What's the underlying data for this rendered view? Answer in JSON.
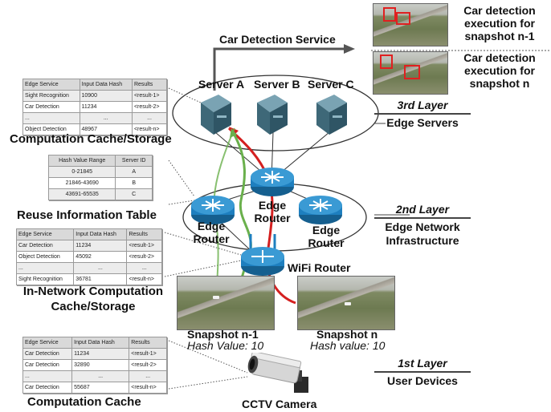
{
  "service_title": "Car Detection Service",
  "detections": {
    "prev": "Car detection execution for snapshot n-1",
    "curr": "Car detection execution for snapshot n"
  },
  "servers": [
    "Server A",
    "Server B",
    "Server C"
  ],
  "layers": {
    "third": {
      "title": "3rd Layer",
      "name": "Edge Servers"
    },
    "second": {
      "title": "2nd Layer",
      "name": "Edge Network Infrastructure"
    },
    "first": {
      "title": "1st Layer",
      "name": "User Devices"
    }
  },
  "routers": {
    "center": "Edge Router",
    "left": "Edge Router",
    "right": "Edge Router",
    "wifi": "WiFi Router"
  },
  "snapshots": [
    {
      "name": "Snapshot n-1",
      "hash": "Hash Value: 10"
    },
    {
      "name": "Snapshot n",
      "hash": "Hash value: 10"
    }
  ],
  "camera_label": "CCTV Camera",
  "tables": {
    "storage": {
      "caption": "Computation Cache/Storage",
      "headers": [
        "Edge Service",
        "Input Data Hash",
        "Results"
      ],
      "rows": [
        [
          "Sight Recognition",
          "10900",
          "<result-1>"
        ],
        [
          "Car Detection",
          "11234",
          "<result-2>"
        ],
        [
          "...",
          "...",
          "..."
        ],
        [
          "Object Detection",
          "48967",
          "<result-n>"
        ]
      ]
    },
    "reuse": {
      "caption": "Reuse Information Table",
      "headers": [
        "Hash Value Range",
        "Server ID"
      ],
      "rows": [
        [
          "0-21845",
          "A"
        ],
        [
          "21846-43690",
          "B"
        ],
        [
          "43691-65535",
          "C"
        ]
      ]
    },
    "innetwork": {
      "caption": "In-Network Computation Cache/Storage",
      "headers": [
        "Edge Service",
        "Input Data Hash",
        "Results"
      ],
      "rows": [
        [
          "Car Detection",
          "11234",
          "<result-1>"
        ],
        [
          "Object Detection",
          "45092",
          "<result-2>"
        ],
        [
          "...",
          "...",
          "..."
        ],
        [
          "Sight Recognition",
          "36781",
          "<result-n>"
        ]
      ]
    },
    "cache": {
      "caption": "Computation Cache",
      "headers": [
        "Edge Service",
        "Input Data Hash",
        "Results"
      ],
      "rows": [
        [
          "Car Detection",
          "11234",
          "<result-1>"
        ],
        [
          "Car Detection",
          "32890",
          "<result-2>"
        ],
        [
          "...",
          "...",
          "..."
        ],
        [
          "Car Detection",
          "55687",
          "<result-n>"
        ]
      ]
    }
  },
  "colors": {
    "red_path": "#d42020",
    "green_path": "#6ab04c",
    "router_blue": "#1e7fbf",
    "server_teal": "#4d7a8c"
  }
}
